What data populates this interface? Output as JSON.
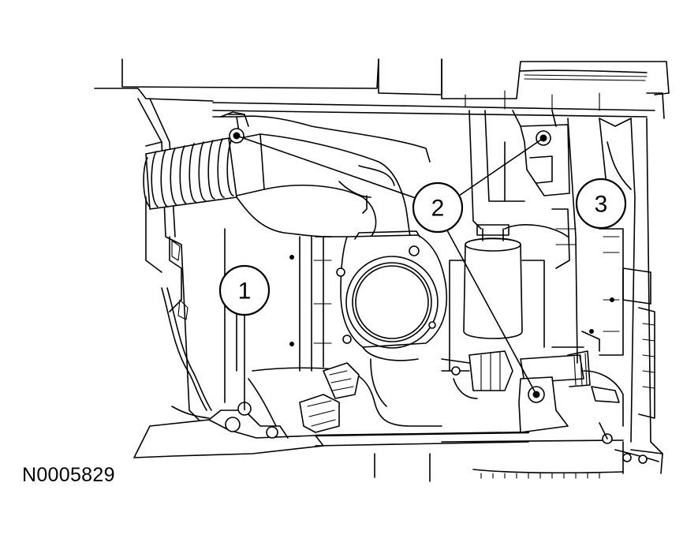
{
  "figure": {
    "id_label": "N0005829"
  },
  "callouts": [
    {
      "number": "1",
      "label": "1"
    },
    {
      "number": "2",
      "label": "2"
    },
    {
      "number": "3",
      "label": "3"
    }
  ],
  "colors": {
    "line": "#000000",
    "background": "#ffffff"
  }
}
